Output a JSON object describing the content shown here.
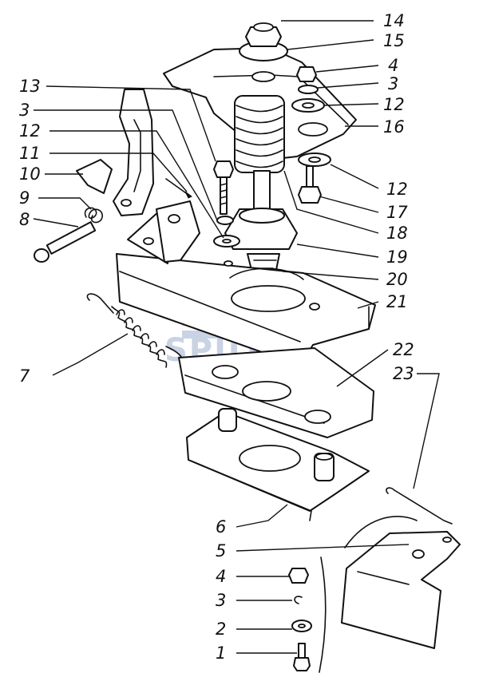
{
  "watermark": {
    "text": "SPUTAL",
    "color": "#c9d3e4"
  },
  "callouts": [
    {
      "id": "c14",
      "label": "14"
    },
    {
      "id": "c15",
      "label": "15"
    },
    {
      "id": "c4a",
      "label": "4"
    },
    {
      "id": "c3a",
      "label": "3"
    },
    {
      "id": "c12a",
      "label": "12"
    },
    {
      "id": "c16",
      "label": "16"
    },
    {
      "id": "c13",
      "label": "13"
    },
    {
      "id": "c3b",
      "label": "3"
    },
    {
      "id": "c12b",
      "label": "12"
    },
    {
      "id": "c11",
      "label": "11"
    },
    {
      "id": "c10",
      "label": "10"
    },
    {
      "id": "c9",
      "label": "9"
    },
    {
      "id": "c8",
      "label": "8"
    },
    {
      "id": "c12c",
      "label": "12"
    },
    {
      "id": "c17",
      "label": "17"
    },
    {
      "id": "c18",
      "label": "18"
    },
    {
      "id": "c19",
      "label": "19"
    },
    {
      "id": "c20",
      "label": "20"
    },
    {
      "id": "c21",
      "label": "21"
    },
    {
      "id": "c22",
      "label": "22"
    },
    {
      "id": "c23",
      "label": "23"
    },
    {
      "id": "c7",
      "label": "7"
    },
    {
      "id": "c6",
      "label": "6"
    },
    {
      "id": "c5",
      "label": "5"
    },
    {
      "id": "c4b",
      "label": "4"
    },
    {
      "id": "c3c",
      "label": "3"
    },
    {
      "id": "c2",
      "label": "2"
    },
    {
      "id": "c1",
      "label": "1"
    }
  ]
}
